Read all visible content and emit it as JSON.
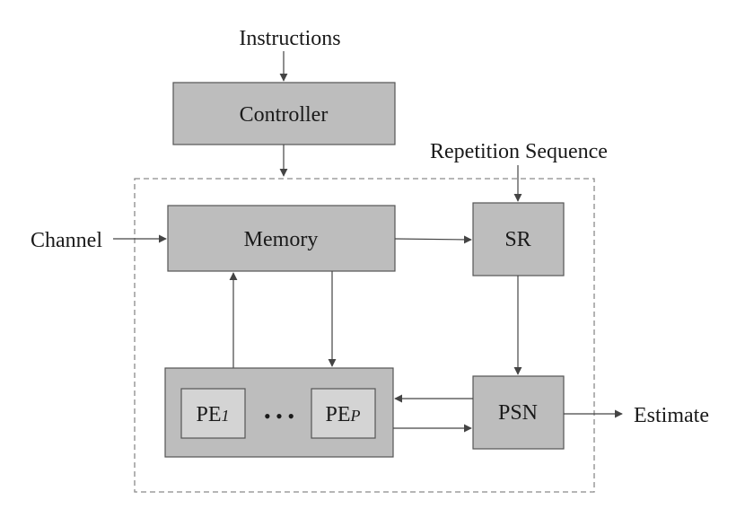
{
  "diagram": {
    "inputs": {
      "instructions": "Instructions",
      "repetition_sequence": "Repetition Sequence",
      "channel": "Channel"
    },
    "outputs": {
      "estimate": "Estimate"
    },
    "blocks": {
      "controller": "Controller",
      "memory": "Memory",
      "sr": "SR",
      "psn": "PSN"
    },
    "processing_elements": {
      "first": {
        "name": "PE",
        "subscript": "1"
      },
      "ellipsis": "• • •",
      "last": {
        "name": "PE",
        "subscript": "P"
      }
    },
    "colors": {
      "block_fill": "#bdbdbd",
      "pe_fill": "#d4d4d4",
      "stroke": "#555555",
      "boundary": "#8a8a8a"
    }
  }
}
